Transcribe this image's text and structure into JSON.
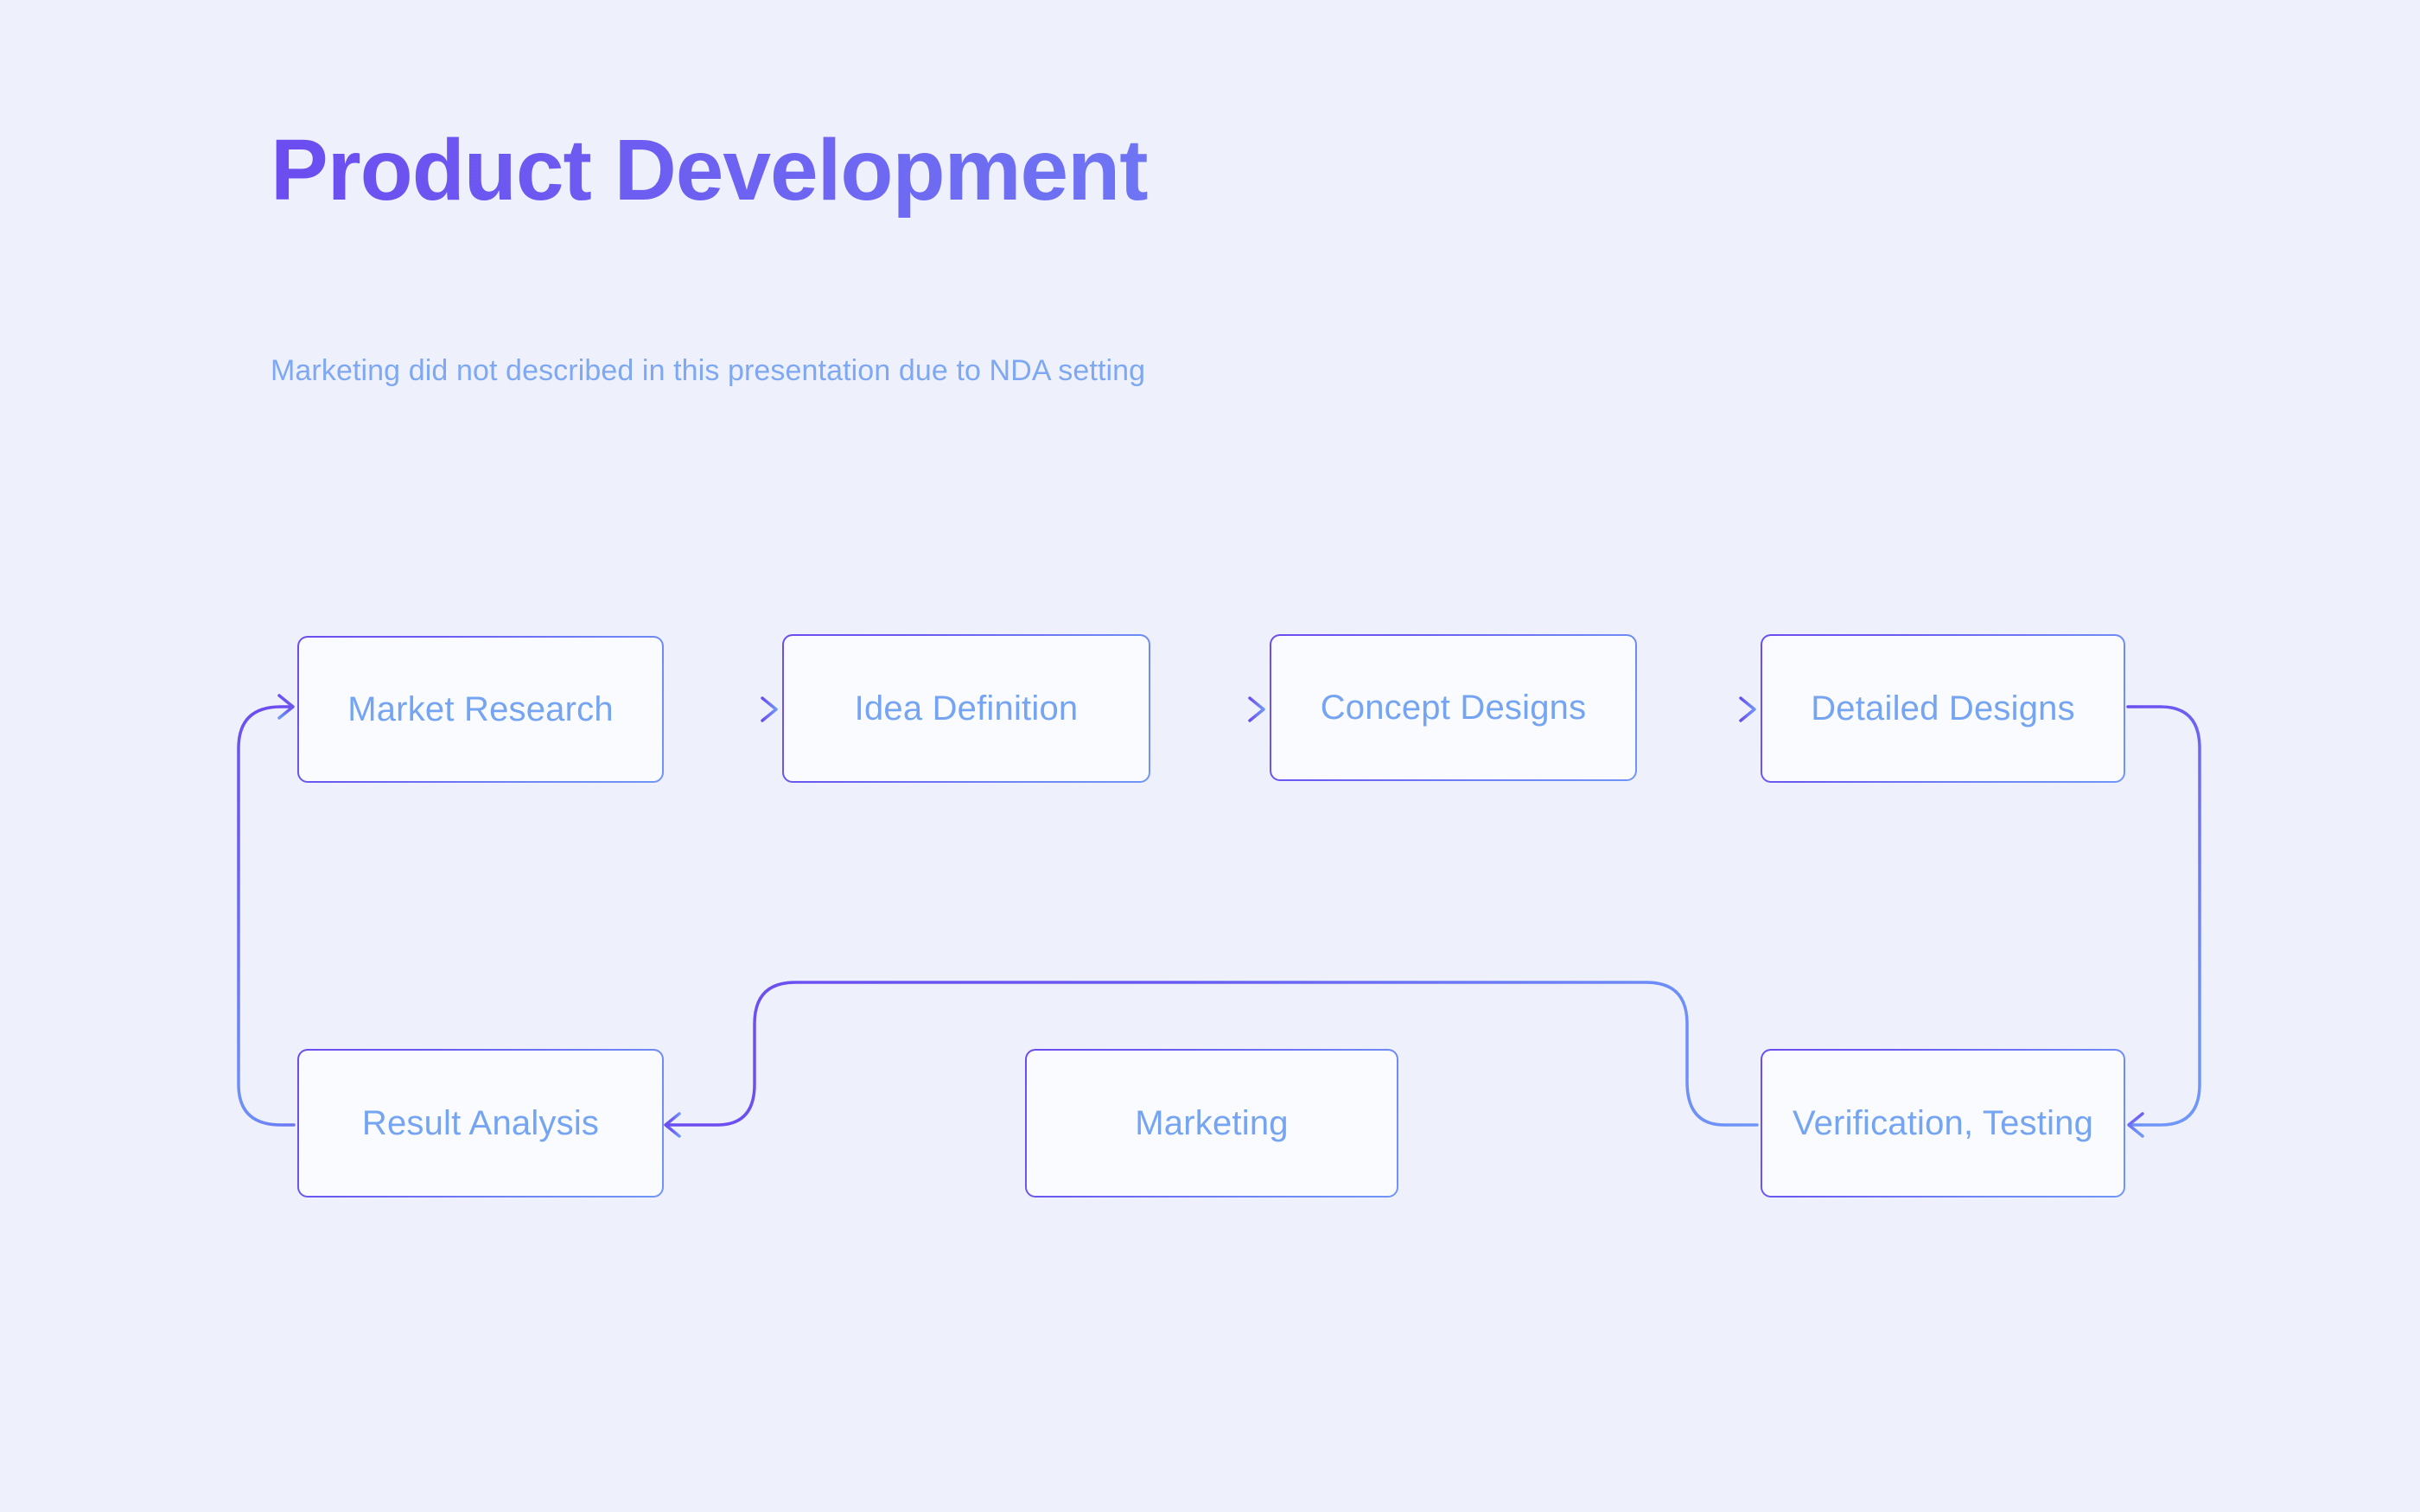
{
  "page": {
    "background_color": "#eef1fb",
    "title": "Product Development",
    "subtitle": "Marketing did not described in this presentation due to NDA setting",
    "title_gradient_start": "#6c4df0",
    "title_gradient_end": "#6f93f7",
    "subtitle_color": "#7fa8f2",
    "node_fill": "#fafbfe",
    "node_border_gradient_start": "#6c4df0",
    "node_border_gradient_end": "#6f96f8",
    "node_label_color": "#74a4f2",
    "connector_color": "#6a5bf1"
  },
  "diagram": {
    "type": "flowchart",
    "nodes": [
      {
        "id": "market-research",
        "label": "Market Research",
        "row": 1,
        "col": 1
      },
      {
        "id": "idea-definition",
        "label": "Idea Definition",
        "row": 1,
        "col": 2
      },
      {
        "id": "concept-designs",
        "label": "Concept Designs",
        "row": 1,
        "col": 3
      },
      {
        "id": "detailed-designs",
        "label": "Detailed Designs",
        "row": 1,
        "col": 4
      },
      {
        "id": "result-analysis",
        "label": "Result Analysis",
        "row": 2,
        "col": 1
      },
      {
        "id": "marketing",
        "label": "Marketing",
        "row": 2,
        "col": 2
      },
      {
        "id": "verification",
        "label": "Verification, Testing",
        "row": 2,
        "col": 4
      }
    ],
    "edges": [
      {
        "from": "market-research",
        "to": "idea-definition",
        "style": "straight-right"
      },
      {
        "from": "idea-definition",
        "to": "concept-designs",
        "style": "straight-right"
      },
      {
        "from": "concept-designs",
        "to": "detailed-designs",
        "style": "straight-right"
      },
      {
        "from": "detailed-designs",
        "to": "verification",
        "style": "loop-right-down"
      },
      {
        "from": "verification",
        "to": "result-analysis",
        "style": "loop-over-marketing"
      },
      {
        "from": "result-analysis",
        "to": "market-research",
        "style": "loop-left-up"
      }
    ]
  }
}
